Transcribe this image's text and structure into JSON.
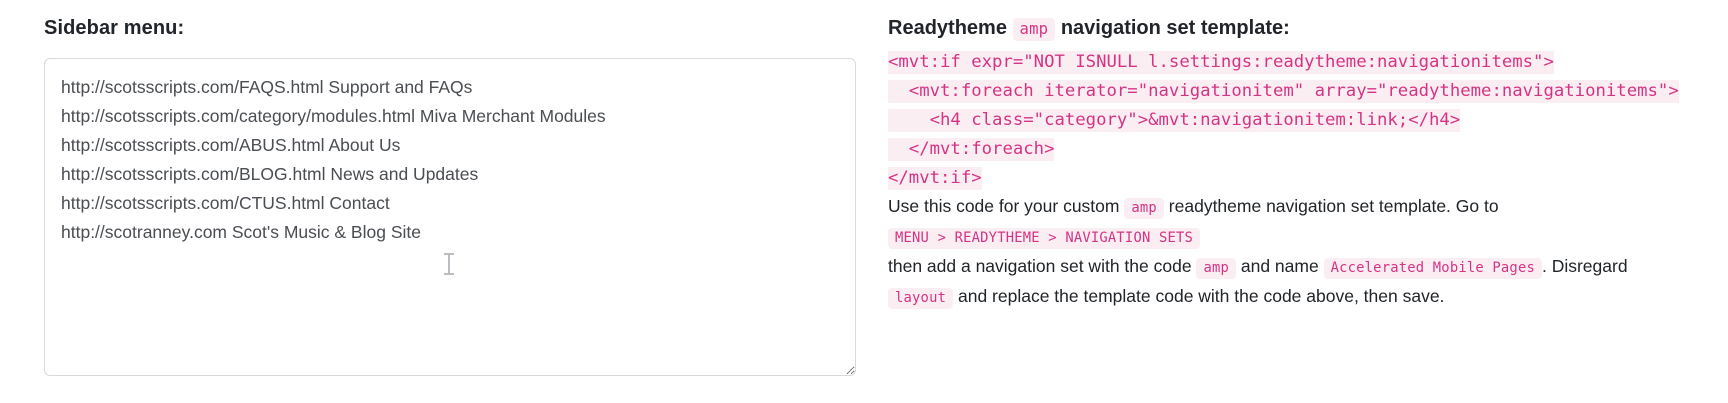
{
  "left": {
    "label": "Sidebar menu:",
    "textarea": {
      "value": "http://scotsscripts.com/FAQS.html Support and FAQs\nhttp://scotsscripts.com/category/modules.html Miva Merchant Modules\nhttp://scotsscripts.com/ABUS.html About Us\nhttp://scotsscripts.com/BLOG.html News and Updates\nhttp://scotsscripts.com/CTUS.html Contact\nhttp://scotranney.com Scot's Music & Blog Site",
      "placeholder": "",
      "lines": [
        "http://scotsscripts.com/FAQS.html Support and FAQs",
        "http://scotsscripts.com/category/modules.html Miva Merchant Modules",
        "http://scotsscripts.com/ABUS.html About Us",
        "http://scotsscripts.com/BLOG.html News and Updates",
        "http://scotsscripts.com/CTUS.html Contact",
        "http://scotranney.com Scot's Music & Blog Site"
      ]
    }
  },
  "right": {
    "heading_before": "Readytheme",
    "heading_code": "amp",
    "heading_after": "navigation set template:",
    "code_lines": [
      "<mvt:if expr=\"NOT ISNULL l.settings:readytheme:navigationitems\">",
      "  <mvt:foreach iterator=\"navigationitem\" array=\"readytheme:navigationitems\">",
      "    <h4 class=\"category\">&mvt:navigationitem:link;</h4>",
      "  </mvt:foreach>",
      "</mvt:if>"
    ],
    "prose": {
      "l1_a": "Use this code for your custom",
      "l1_code": "amp",
      "l1_b": "readytheme navigation set template. Go to",
      "l2_code": "MENU > READYTHEME > NAVIGATION SETS",
      "l3_a": "then add a navigation set with the code",
      "l3_code1": "amp",
      "l3_b": "and name",
      "l3_code2": "Accelerated Mobile Pages",
      "l3_c": ". Disregard",
      "l4_code": "layout",
      "l4_a": "and replace the template code with the code above, then save."
    }
  },
  "colors": {
    "code_text": "#d63384",
    "code_bg": "#fbeef2",
    "body_text": "#212529",
    "textarea_text": "#4a4d52",
    "border": "#d7d9dc"
  }
}
